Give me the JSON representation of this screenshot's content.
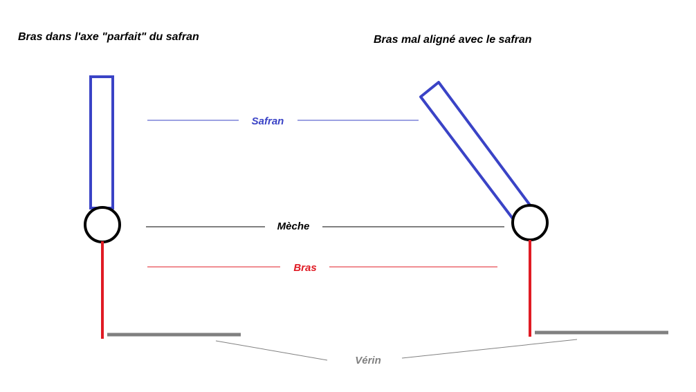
{
  "titles": {
    "left": "Bras dans l'axe \"parfait\" du safran",
    "right": "Bras mal aligné avec le safran"
  },
  "labels": {
    "safran": "Safran",
    "meche": "Mèche",
    "bras": "Bras",
    "verin": "Vérin"
  },
  "colors": {
    "safran": "#3a43c6",
    "meche": "#000000",
    "bras": "#e01b24",
    "verin": "#808080",
    "title": "#000000"
  }
}
